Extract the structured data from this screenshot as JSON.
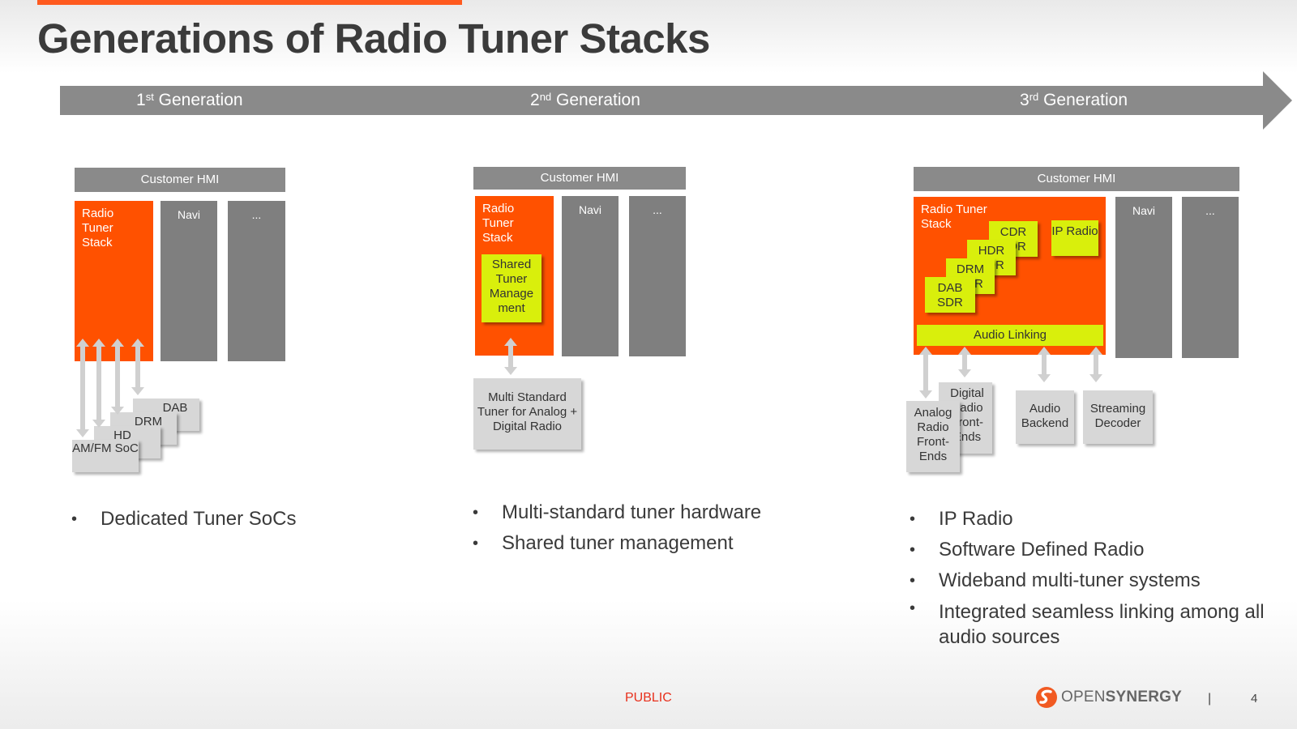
{
  "slide": {
    "title": "Generations of Radio Tuner Stacks",
    "footer_label": "PUBLIC",
    "page_number": "4",
    "separator": "|",
    "logo_open": "OPEN",
    "logo_synergy": "SYNERGY",
    "accent_color": "#ff5100",
    "highlight_color": "#d9ef0c",
    "neutral_color": "#7f7f7f"
  },
  "timeline": {
    "gen1": {
      "num": "1",
      "sup": "st",
      "label": "Generation"
    },
    "gen2": {
      "num": "2",
      "sup": "nd",
      "label": "Generation"
    },
    "gen3": {
      "num": "3",
      "sup": "rd",
      "label": "Generation"
    }
  },
  "gen1": {
    "hmi": "Customer HMI",
    "stack": "Radio Tuner Stack",
    "navi": "Navi",
    "more": "...",
    "cards": [
      "DAB",
      "DRM",
      "HD",
      "AM/FM SoC"
    ],
    "bullets": [
      "Dedicated Tuner SoCs"
    ]
  },
  "gen2": {
    "hmi": "Customer HMI",
    "stack": "Radio Tuner Stack",
    "shared": "Shared Tuner Manage ment",
    "navi": "Navi",
    "more": "...",
    "tuner": "Multi Standard Tuner for Analog + Digital Radio",
    "bullets": [
      "Multi-standard tuner hardware",
      "Shared tuner management"
    ]
  },
  "gen3": {
    "hmi": "Customer HMI",
    "stack": "Radio Tuner Stack",
    "sdr": [
      "CDR SDR",
      "HDR SDR",
      "DRM SDR",
      "DAB SDR"
    ],
    "ip": "IP Radio",
    "audio_linking": "Audio Linking",
    "navi": "Navi",
    "more": "...",
    "digital": "Digital Radio Front-Ends",
    "analog": "Analog Radio Front-Ends",
    "backend": "Audio Backend",
    "decoder": "Streaming Decoder",
    "bullets": [
      "IP Radio",
      "Software Defined Radio",
      "Wideband multi-tuner systems",
      "Integrated seamless linking among all audio sources"
    ]
  }
}
